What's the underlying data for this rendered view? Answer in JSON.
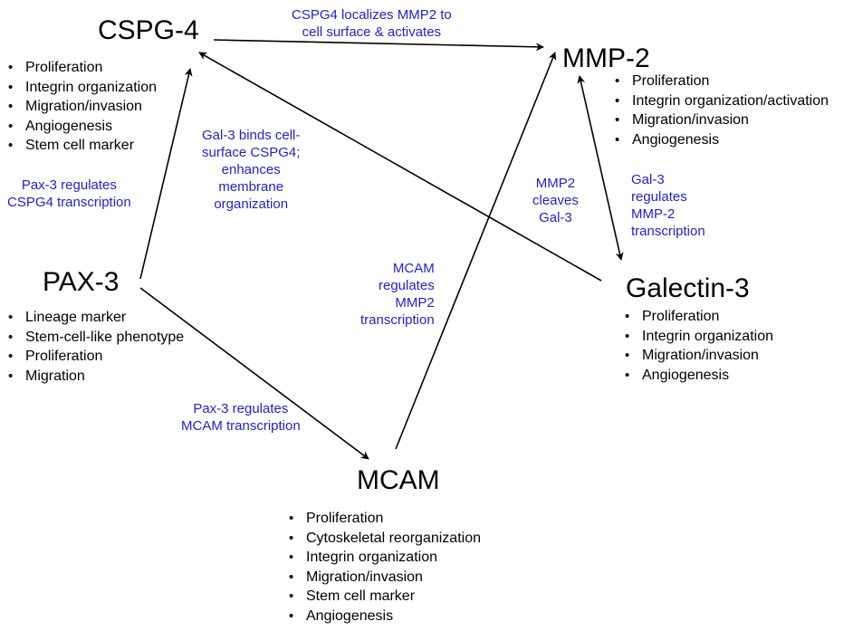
{
  "nodes": {
    "cspg4": {
      "title": "CSPG-4",
      "bullets": [
        "Proliferation",
        "Integrin organization",
        "Migration/invasion",
        "Angiogenesis",
        "Stem cell marker"
      ]
    },
    "mmp2": {
      "title": "MMP-2",
      "bullets": [
        "Proliferation",
        "Integrin organization/activation",
        "Migration/invasion",
        "Angiogenesis"
      ]
    },
    "pax3": {
      "title": "PAX-3",
      "bullets": [
        "Lineage marker",
        "Stem-cell-like phenotype",
        "Proliferation",
        "Migration"
      ]
    },
    "galectin3": {
      "title": "Galectin-3",
      "bullets": [
        "Proliferation",
        "Integrin organization",
        "Migration/invasion",
        "Angiogenesis"
      ]
    },
    "mcam": {
      "title": "MCAM",
      "bullets": [
        "Proliferation",
        "Cytoskeletal reorganization",
        "Integrin organization",
        "Migration/invasion",
        "Stem cell marker",
        "Angiogenesis"
      ]
    }
  },
  "edges": {
    "cspg4_mmp2": [
      "CSPG4 localizes MMP2 to",
      "cell surface & activates"
    ],
    "gal3_cspg4": [
      "Gal-3 binds cell-",
      "surface CSPG4;",
      "enhances",
      "membrane",
      "organization"
    ],
    "pax3_cspg4": [
      "Pax-3 regulates",
      "CSPG4 transcription"
    ],
    "mmp2_gal3": [
      "MMP2",
      "cleaves",
      "Gal-3"
    ],
    "gal3_mmp2": [
      "Gal-3",
      "regulates",
      "MMP-2",
      "transcription"
    ],
    "mcam_mmp2": [
      "MCAM",
      "regulates",
      "MMP2",
      "transcription"
    ],
    "pax3_mcam": [
      "Pax-3 regulates",
      "MCAM transcription"
    ]
  },
  "colors": {
    "label": "#2222cc",
    "text": "#000000",
    "arrow": "#000000"
  }
}
